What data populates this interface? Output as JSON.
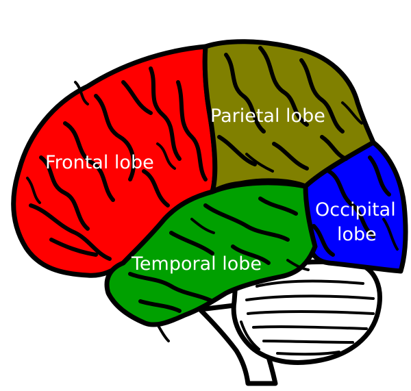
{
  "labels": {
    "frontal": "Frontal lobe",
    "parietal": "Parietal lobe",
    "occipital_line1": "Occipital",
    "occipital_line2": "lobe",
    "temporal": "Temporal lobe"
  },
  "colors": {
    "frontal": "#ff0000",
    "parietal": "#808000",
    "occipital": "#0000ff",
    "temporal": "#00a000",
    "cerebellum": "#ffffff",
    "outline": "#000000"
  }
}
